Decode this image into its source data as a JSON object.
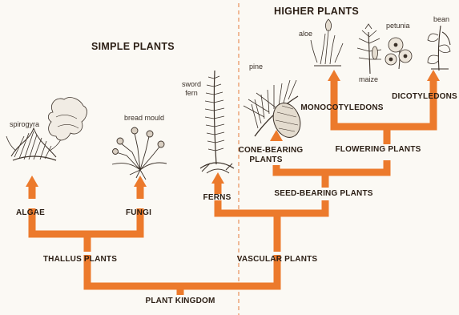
{
  "headings": {
    "simple": "SIMPLE PLANTS",
    "higher": "HIGHER PLANTS"
  },
  "nodes": {
    "plant_kingdom": "PLANT KINGDOM",
    "thallus": "THALLUS PLANTS",
    "vascular": "VASCULAR PLANTS",
    "algae": "ALGAE",
    "fungi": "FUNGI",
    "ferns": "FERNS",
    "seed_bearing": "SEED-BEARING PLANTS",
    "cone_bearing": [
      "CONE-BEARING",
      "PLANTS"
    ],
    "flowering": "FLOWERING PLANTS",
    "monocots": "MONOCOTYLEDONS",
    "dicots": "DICOTYLEDONS"
  },
  "specimens": {
    "spirogyra": "spirogyra",
    "bread_mould": "bread mould",
    "sword_fern": [
      "sword",
      "fern"
    ],
    "pine": "pine",
    "aloe": "aloe",
    "maize": "maize",
    "petunia": "petunia",
    "bean": "bean"
  },
  "colors": {
    "branch": "#ec7a2c",
    "ink": "#2b1e14",
    "divider": "#e9905a",
    "background": "#fbf9f4"
  }
}
